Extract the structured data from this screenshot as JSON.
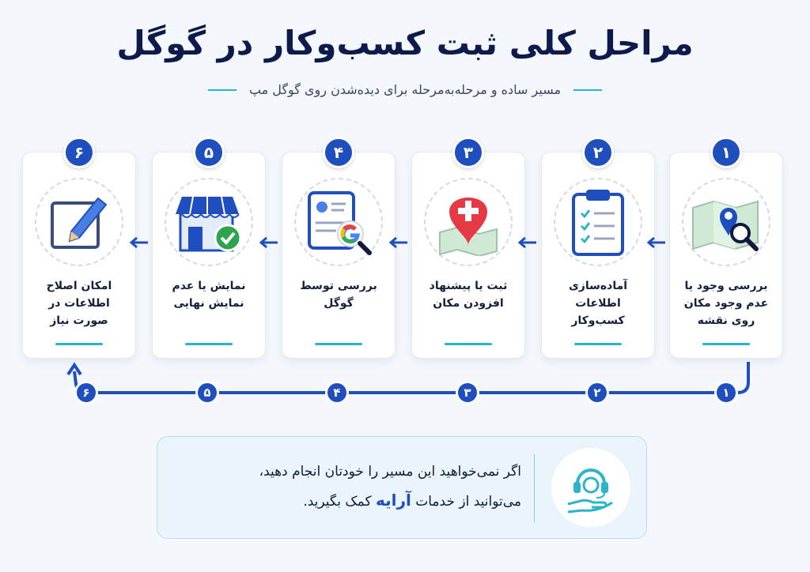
{
  "title": "مراحل کلی ثبت کسب‌وکار در گوگل",
  "subtitle": "مسیر ساده و مرحله‌به‌مرحله برای دیده‌شدن روی گوگل مپ",
  "steps": [
    {
      "number": "۱",
      "label": "بررسی وجود یا عدم وجود مکان روی نقشه",
      "icon": "map-search-icon"
    },
    {
      "number": "۲",
      "label": "آماده‌سازی اطلاعات کسب‌وکار",
      "icon": "clipboard-checklist-icon"
    },
    {
      "number": "۳",
      "label": "ثبت یا پیشنهاد افزودن مکان",
      "icon": "add-location-pin-icon"
    },
    {
      "number": "۴",
      "label": "بررسی توسط گوگل",
      "icon": "document-google-search-icon"
    },
    {
      "number": "۵",
      "label": "نمایش یا عدم نمایش نهایی",
      "icon": "storefront-check-icon"
    },
    {
      "number": "۶",
      "label": "امکان اصلاح اطلاعات در صورت نیاز",
      "icon": "edit-pencil-icon"
    }
  ],
  "track_numbers": [
    "۱",
    "۲",
    "۳",
    "۴",
    "۵",
    "۶"
  ],
  "info": {
    "line1": "اگر نمی‌خواهید این مسیر را خودتان انجام دهید،",
    "line2_before": "می‌توانید از خدمات",
    "brand": "آرایه",
    "line2_after": "کمک بگیرید.",
    "icon": "support-headset-hand-icon"
  },
  "colors": {
    "primary": "#1f4fbf",
    "accent": "#2bb5c9",
    "background": "#f4f7fc"
  }
}
